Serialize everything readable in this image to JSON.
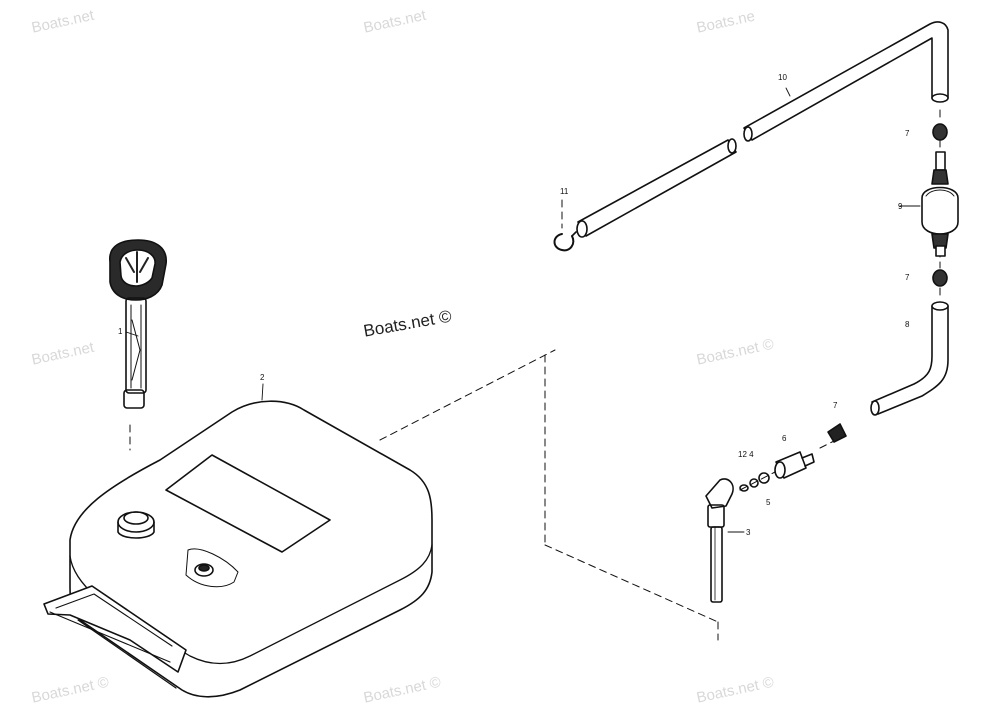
{
  "watermarks": {
    "main": "Boats.net ©",
    "faint": [
      "Boats.net",
      "Boats.net",
      "Boats.ne",
      "Boats.net",
      "Boats.net ©",
      "Boats.net ©",
      "Boats.net ©",
      "Boats.net ©"
    ]
  },
  "callouts": {
    "p1": "1",
    "p2": "2",
    "p3": "3",
    "p5": "5",
    "p6": "6",
    "p7a": "7",
    "p7b": "7",
    "p7c": "7",
    "p8": "8",
    "p9": "9",
    "p10": "10",
    "p11": "11",
    "p12_4": "12 4"
  }
}
